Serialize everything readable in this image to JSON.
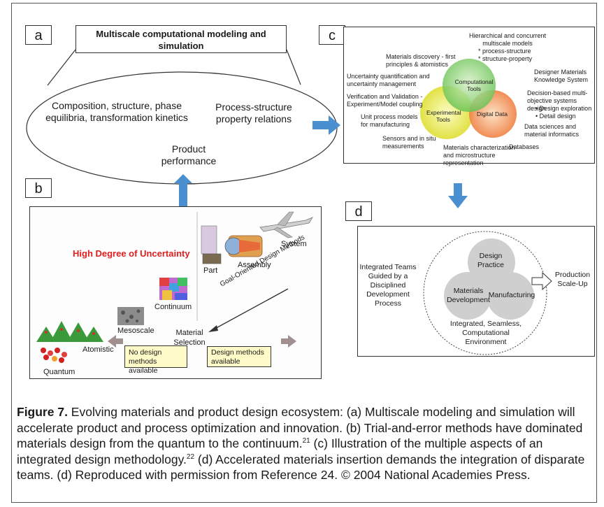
{
  "panel_a": {
    "label": "a",
    "title": "Multiscale computational modeling and simulation",
    "left_text": "Composition, structure, phase equilibria, transformation kinetics",
    "right_text": "Process-structure property relations",
    "bottom_text": "Product performance"
  },
  "panel_b": {
    "label": "b",
    "uncertainty": "High Degree of Uncertainty",
    "scales": {
      "system": "System",
      "assembly": "Assembly",
      "part": "Part",
      "continuum": "Continuum",
      "mesoscale": "Mesoscale",
      "atomistic": "Atomistic",
      "quantum": "Quantum",
      "material_selection": "Material Selection"
    },
    "goal_methods": "Goal-Oriented Design Methods",
    "no_methods": "No design methods available",
    "methods_available": "Design methods available"
  },
  "panel_c": {
    "label": "c",
    "circles": {
      "computational": "Computational Tools",
      "experimental": "Experimental Tools",
      "digital": "Digital Data"
    },
    "annotations": {
      "hierarchical": "Hierarchical and concurrent multiscale models",
      "process_structure": "* process-structure",
      "structure_property": "* structure-property",
      "discovery": "Materials discovery - first principles & atomistics",
      "uq": "Uncertainty quantification and uncertainty management",
      "vv": "Verification and Validation - Experiment/Model coupling",
      "unit_process": "Unit process models for manufacturing",
      "sensors": "Sensors and in situ measurements",
      "characterization": "Materials characterization and microstructure representation",
      "designer": "Designer Materials Knowledge System",
      "decision": "Decision-based multi-objective systems design",
      "design_exploration": "• Design exploration",
      "detail_design": "• Detail design",
      "data_sciences": "Data sciences and material informatics",
      "databases": "Databases"
    }
  },
  "panel_d": {
    "label": "d",
    "left_text": "Integrated Teams Guided by a Disciplined Development Process",
    "design_practice": "Design Practice",
    "materials_development": "Materials Development",
    "manufacturing": "Manufacturing",
    "environment": "Integrated, Seamless, Computational Environment",
    "production": "Production Scale-Up"
  },
  "caption": {
    "figure": "Figure 7.",
    "text": " Evolving materials and product design ecosystem: (a) Multiscale modeling and simulation will accelerate product and process optimization and innovation. (b) Trial-and-error methods have dominated materials design from the quantum to the continuum.",
    "ref21": "21",
    "text2": " (c) Illustration of the multiple aspects of an integrated design methodology.",
    "ref22": "22",
    "text3": " (d) Accelerated materials insertion demands the integration of disparate teams. (d) Reproduced with permission from Reference 24. © 2004 National Academies Press."
  },
  "colors": {
    "arrow_blue": "#4a90d0",
    "uncertainty_red": "#e02020",
    "computational": "#5fbf4a",
    "experimental": "#e6e61a",
    "digital": "#f07a3a",
    "yellow_box": "#fffbc8"
  }
}
